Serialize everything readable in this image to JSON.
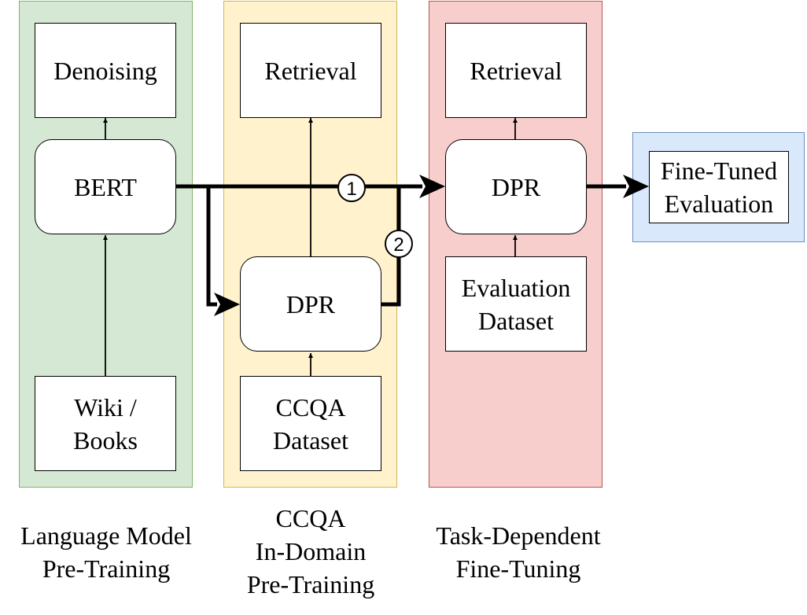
{
  "stages": {
    "lm": {
      "caption": "Language Model\nPre-Training",
      "task_label": "Denoising",
      "model_label": "BERT",
      "data_label": "Wiki /\nBooks"
    },
    "ccqa": {
      "caption": "CCQA\nIn-Domain\nPre-Training",
      "task_label": "Retrieval",
      "model_label": "DPR",
      "data_label": "CCQA\nDataset"
    },
    "finetune": {
      "caption": "Task-Dependent\nFine-Tuning",
      "task_label": "Retrieval",
      "model_label": "DPR",
      "data_label": "Evaluation\nDataset"
    }
  },
  "output": {
    "label": "Fine-Tuned\nEvaluation"
  },
  "paths": [
    {
      "badge": "1"
    },
    {
      "badge": "2"
    }
  ],
  "colors": {
    "green_fill": "#d5e8d4",
    "green_border": "#82b366",
    "yellow_fill": "#fff2cc",
    "yellow_border": "#d6b656",
    "red_fill": "#f8cecc",
    "red_border": "#b85450",
    "blue_fill": "#dae8fc",
    "blue_border": "#6c8ebf"
  }
}
